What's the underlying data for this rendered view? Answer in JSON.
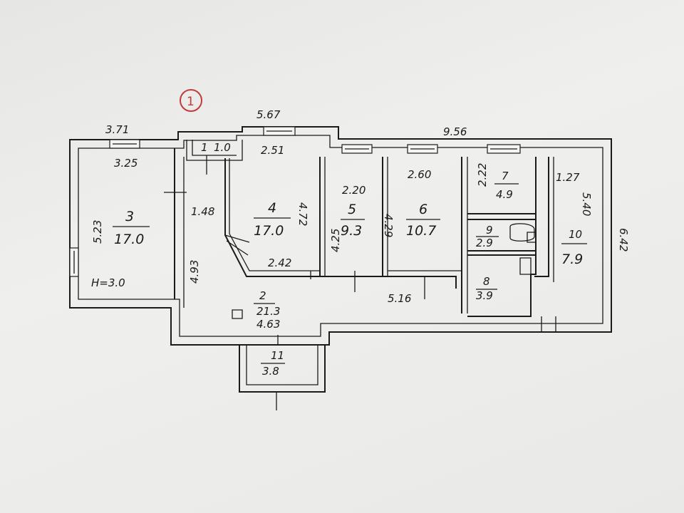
{
  "marker": "1",
  "dims": {
    "left_top": "3.71",
    "mid_top": "5.67",
    "right_top": "9.56",
    "right_side": "6.42"
  },
  "rooms": [
    {
      "id": "r1",
      "num": "1",
      "area": "1.0"
    },
    {
      "id": "r2",
      "num": "2",
      "area": "21.3"
    },
    {
      "id": "r3",
      "num": "3",
      "area": "17.0"
    },
    {
      "id": "r4",
      "num": "4",
      "area": "17.0"
    },
    {
      "id": "r5",
      "num": "5",
      "area": "9.3"
    },
    {
      "id": "r6",
      "num": "6",
      "area": "10.7"
    },
    {
      "id": "r7",
      "num": "7",
      "area": "4.9"
    },
    {
      "id": "r8",
      "num": "8",
      "area": "3.9"
    },
    {
      "id": "r9",
      "num": "9",
      "area": "2.9"
    },
    {
      "id": "r10",
      "num": "10",
      "area": "7.9"
    },
    {
      "id": "r11",
      "num": "11",
      "area": "3.8"
    }
  ],
  "room_dims": {
    "r3_w": "3.25",
    "r3_h": "5.23",
    "r3_note": "H=3.0",
    "r4_w": "2.51",
    "r4_h": "4.72",
    "r4_b": "2.42",
    "r2_a": "1.48",
    "r2_b": "4.93",
    "r2_c": "4.63",
    "r2_d": "5.16",
    "r5_w": "2.20",
    "r5_h": "4.25",
    "r6_w": "2.60",
    "r6_h": "4.29",
    "r7_w": "2.22",
    "r10_w": "1.27",
    "r10_h": "5.40"
  }
}
